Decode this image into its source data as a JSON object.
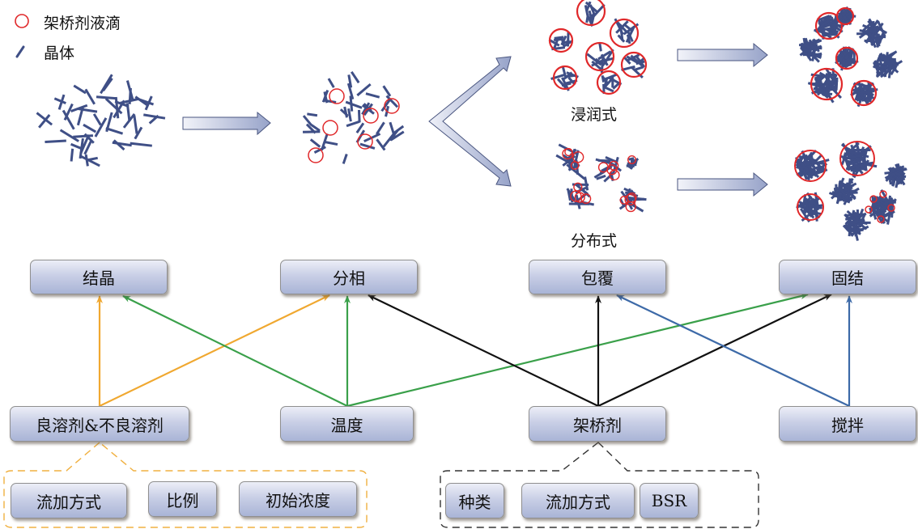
{
  "legend": {
    "droplet_label": "架桥剂液滴",
    "crystal_label": "晶体",
    "droplet_icon": "red-circle-icon",
    "crystal_icon": "blue-rod-icon"
  },
  "illustration": {
    "captions": {
      "wetting": "浸润式",
      "distributed": "分布式"
    }
  },
  "mechanisms": [
    {
      "id": "crystallization",
      "label": "结晶"
    },
    {
      "id": "phase-separation",
      "label": "分相"
    },
    {
      "id": "coating",
      "label": "包覆"
    },
    {
      "id": "consolidation",
      "label": "固结"
    }
  ],
  "factors": [
    {
      "id": "solvent",
      "label": "良溶剂&不良溶剂"
    },
    {
      "id": "temperature",
      "label": "温度"
    },
    {
      "id": "bridging-agent",
      "label": "架桥剂"
    },
    {
      "id": "stirring",
      "label": "搅拌"
    }
  ],
  "solvent_subfactors": [
    {
      "id": "feed-mode",
      "label": "流加方式"
    },
    {
      "id": "ratio",
      "label": "比例"
    },
    {
      "id": "initial-concentration",
      "label": "初始浓度"
    }
  ],
  "bridging_subfactors": [
    {
      "id": "type",
      "label": "种类"
    },
    {
      "id": "feed-mode",
      "label": "流加方式"
    },
    {
      "id": "bsr",
      "label": "BSR"
    }
  ],
  "links": [
    {
      "from": "solvent",
      "to": "crystallization",
      "color": "#f0a830"
    },
    {
      "from": "solvent",
      "to": "phase-separation",
      "color": "#f0a830"
    },
    {
      "from": "temperature",
      "to": "crystallization",
      "color": "#3aa04a"
    },
    {
      "from": "temperature",
      "to": "phase-separation",
      "color": "#3aa04a"
    },
    {
      "from": "temperature",
      "to": "consolidation",
      "color": "#3aa04a"
    },
    {
      "from": "bridging-agent",
      "to": "phase-separation",
      "color": "#111111"
    },
    {
      "from": "bridging-agent",
      "to": "coating",
      "color": "#111111"
    },
    {
      "from": "bridging-agent",
      "to": "consolidation",
      "color": "#111111"
    },
    {
      "from": "stirring",
      "to": "coating",
      "color": "#3d6aa8"
    },
    {
      "from": "stirring",
      "to": "consolidation",
      "color": "#3d6aa8"
    }
  ],
  "colors": {
    "crystal": "#3f4f86",
    "droplet": "#e0282a",
    "solvent_group": "#f0b040",
    "bridging_group": "#333333"
  }
}
